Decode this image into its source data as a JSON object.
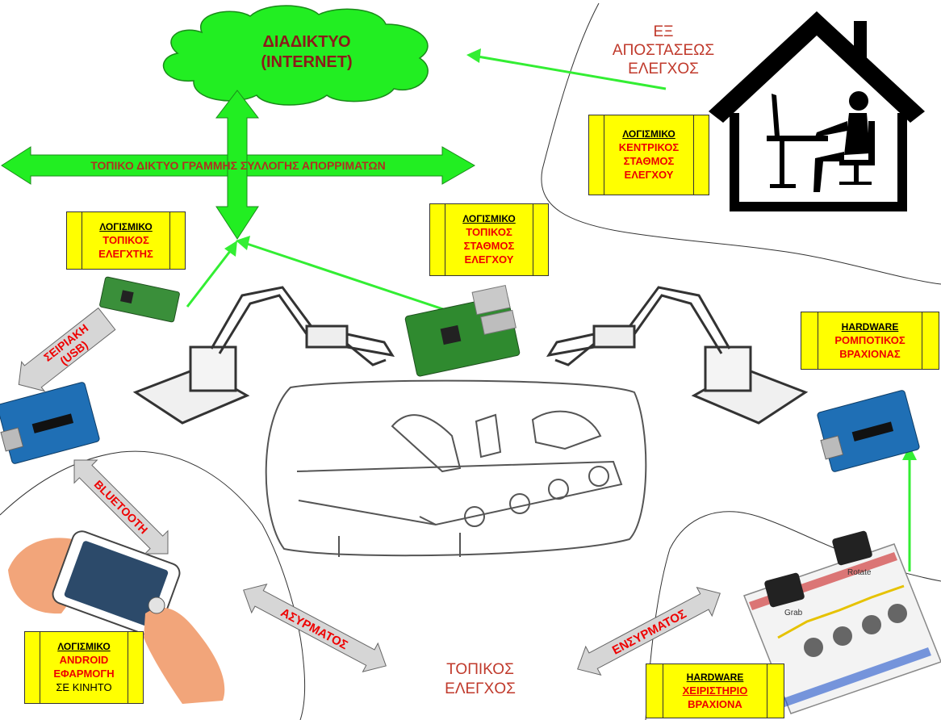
{
  "cloud": {
    "line1": "ΔΙΑΔΙΚΤΥΟ",
    "line2": "(INTERNET)"
  },
  "lan_label": "ΤΟΠΙΚΟ ΔΙΚΤΥΟ ΓΡΑΜΜΗΣ ΣΥΛΛΟΓΗΣ ΑΠΟΡΡΙΜΑΤΩΝ",
  "remote": {
    "line1": "ΕΞ",
    "line2": "ΑΠΟΣΤΑΣΕΩΣ",
    "line3": "ΕΛΕΓΧΟΣ"
  },
  "local": {
    "line1": "ΤΟΠΙΚΟΣ",
    "line2": "ΕΛΕΓΧΟΣ"
  },
  "boxes": {
    "central": {
      "header": "ΛΟΓΙΣΜΙΚΟ",
      "lines": [
        "ΚΕΝΤΡΙΚΟΣ",
        "ΣΤΑΘΜΟΣ",
        "ΕΛΕΓΧΟΥ"
      ]
    },
    "local_station": {
      "header": "ΛΟΓΙΣΜΙΚΟ",
      "lines": [
        "ΤΟΠΙΚΟΣ",
        "ΣΤΑΘΜΟΣ",
        "ΕΛΕΓΧΟΥ"
      ]
    },
    "local_controller": {
      "header": "ΛΟΓΙΣΜΙΚΟ",
      "lines": [
        "ΤΟΠΙΚΟΣ",
        "ΕΛΕΓΧΤΗΣ"
      ]
    },
    "robot_arm": {
      "header": "HARDWARE",
      "lines": [
        "ΡΟΜΠΟΤΙΚΟΣ",
        "ΒΡΑΧΙΟΝΑΣ"
      ]
    },
    "android": {
      "header": "ΛΟΓΙΣΜΙΚΟ",
      "lines": [
        "ANDROID",
        "ΕΦΑΡΜΟΓΗ",
        "ΣΕ ΚΙΝΗΤΟ"
      ]
    },
    "joystick": {
      "header": "HARDWARE",
      "lines": [
        "ΧΕΙΡΙΣΤΗΡΙΟ",
        "ΒΡΑΧΙΟΝΑ"
      ]
    }
  },
  "links": {
    "serial_line1": "ΣΕΙΡΙΑΚΗ",
    "serial_line2": "(USB)",
    "bluetooth": "BLUETOOTH",
    "wireless": "ΑΣΥΡΜΑΤΟΣ",
    "wired": "ΕΝΣΥΡΜΑΤΟΣ"
  },
  "servo_labels": {
    "grab": "Grab",
    "rotate": "Rotate"
  },
  "colors": {
    "cloud": "#22ee22",
    "lan_arrow": "#22ee22",
    "link_arrow": "#33ee33",
    "box_fill": "#ffff00",
    "title_red": "#c0392b",
    "box_red": "#ee0000",
    "gray_arrow": "#d6d6d6"
  }
}
